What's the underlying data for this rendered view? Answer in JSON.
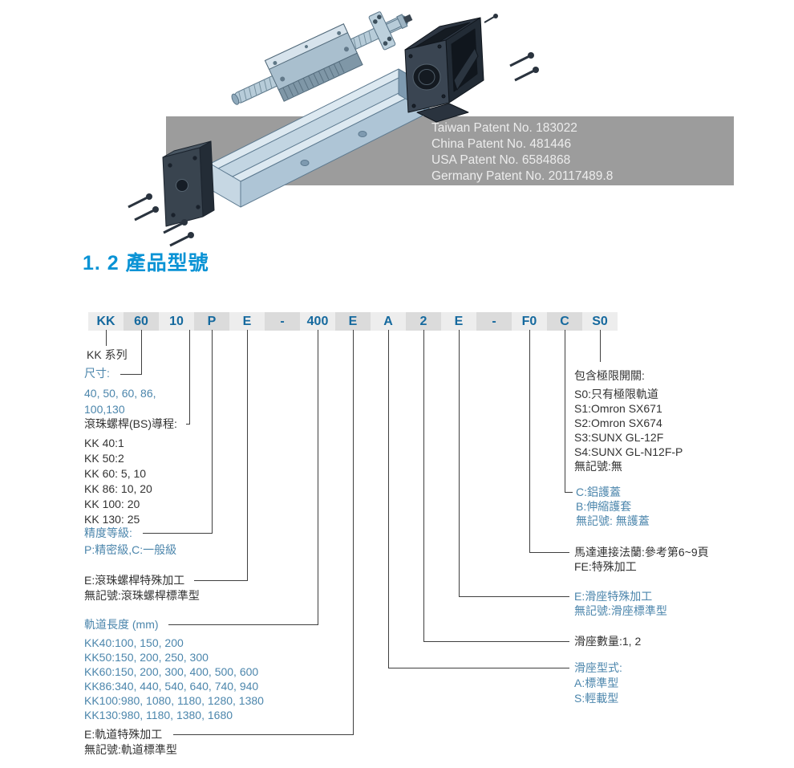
{
  "colors": {
    "accent_blue": "#0a93d5",
    "code_blue": "#15699e",
    "label_blue": "#4c86ac",
    "text_dark": "#333333",
    "banner_gray": "#9c9c9c",
    "cell_light": "#ededed",
    "cell_dark": "#dbdbdb"
  },
  "illustration": {
    "patents": [
      "Taiwan Patent No. 183022",
      "China Patent No. 481446",
      "USA Patent No. 6584868",
      "Germany Patent No. 20117489.8"
    ]
  },
  "section": {
    "heading": "1. 2 產品型號"
  },
  "model": {
    "segments": [
      "KK",
      "60",
      "10",
      "P",
      "E",
      "-",
      "400",
      "E",
      "A",
      "2",
      "E",
      "-",
      "F0",
      "C",
      "S0"
    ]
  },
  "callouts": {
    "kk_series": "KK 系列",
    "size_title": "尺寸:",
    "size_lines": [
      "40, 50, 60, 86,",
      "100,130"
    ],
    "lead_title": "滾珠螺桿(BS)導程:",
    "lead_lines": [
      "KK 40:1",
      "KK 50:2",
      "KK 60: 5, 10",
      "KK 86: 10, 20",
      "KK 100: 20",
      "KK 130: 25"
    ],
    "accuracy_title": "精度等級:",
    "accuracy_line": "P:精密級,C:一般級",
    "screw_special": "E:滾珠螺桿特殊加工",
    "screw_standard": "無記號:滾珠螺桿標準型",
    "rail_length_title": "軌道長度 (mm)",
    "rail_length_lines": [
      "KK40:100, 150, 200",
      "KK50:150, 200, 250, 300",
      "KK60:150, 200, 300, 400, 500, 600",
      "KK86:340, 440, 540, 640, 740, 940",
      "KK100:980, 1080, 1180, 1280, 1380",
      "KK130:980, 1180, 1380, 1680"
    ],
    "rail_special": "E:軌道特殊加工",
    "rail_standard": "無記號:軌道標準型",
    "limit_title": "包含極限開關:",
    "limit_lines": [
      "S0:只有極限軌道",
      "S1:Omron SX671",
      "S2:Omron SX674",
      "S3:SUNX GL-12F",
      "S4:SUNX GL-N12F-P",
      "無記號:無"
    ],
    "cover_lines": [
      "C:鋁護蓋",
      "B:伸縮護套",
      "無記號: 無護蓋"
    ],
    "flange_lines": [
      "馬達連接法蘭:參考第6~9頁",
      "FE:特殊加工"
    ],
    "slide_special_lines": [
      "E:滑座特殊加工",
      "無記號:滑座標準型"
    ],
    "slide_qty": "滑座數量:1, 2",
    "slide_type_lines": [
      "滑座型式:",
      "A:標準型",
      "S:輕載型"
    ]
  }
}
